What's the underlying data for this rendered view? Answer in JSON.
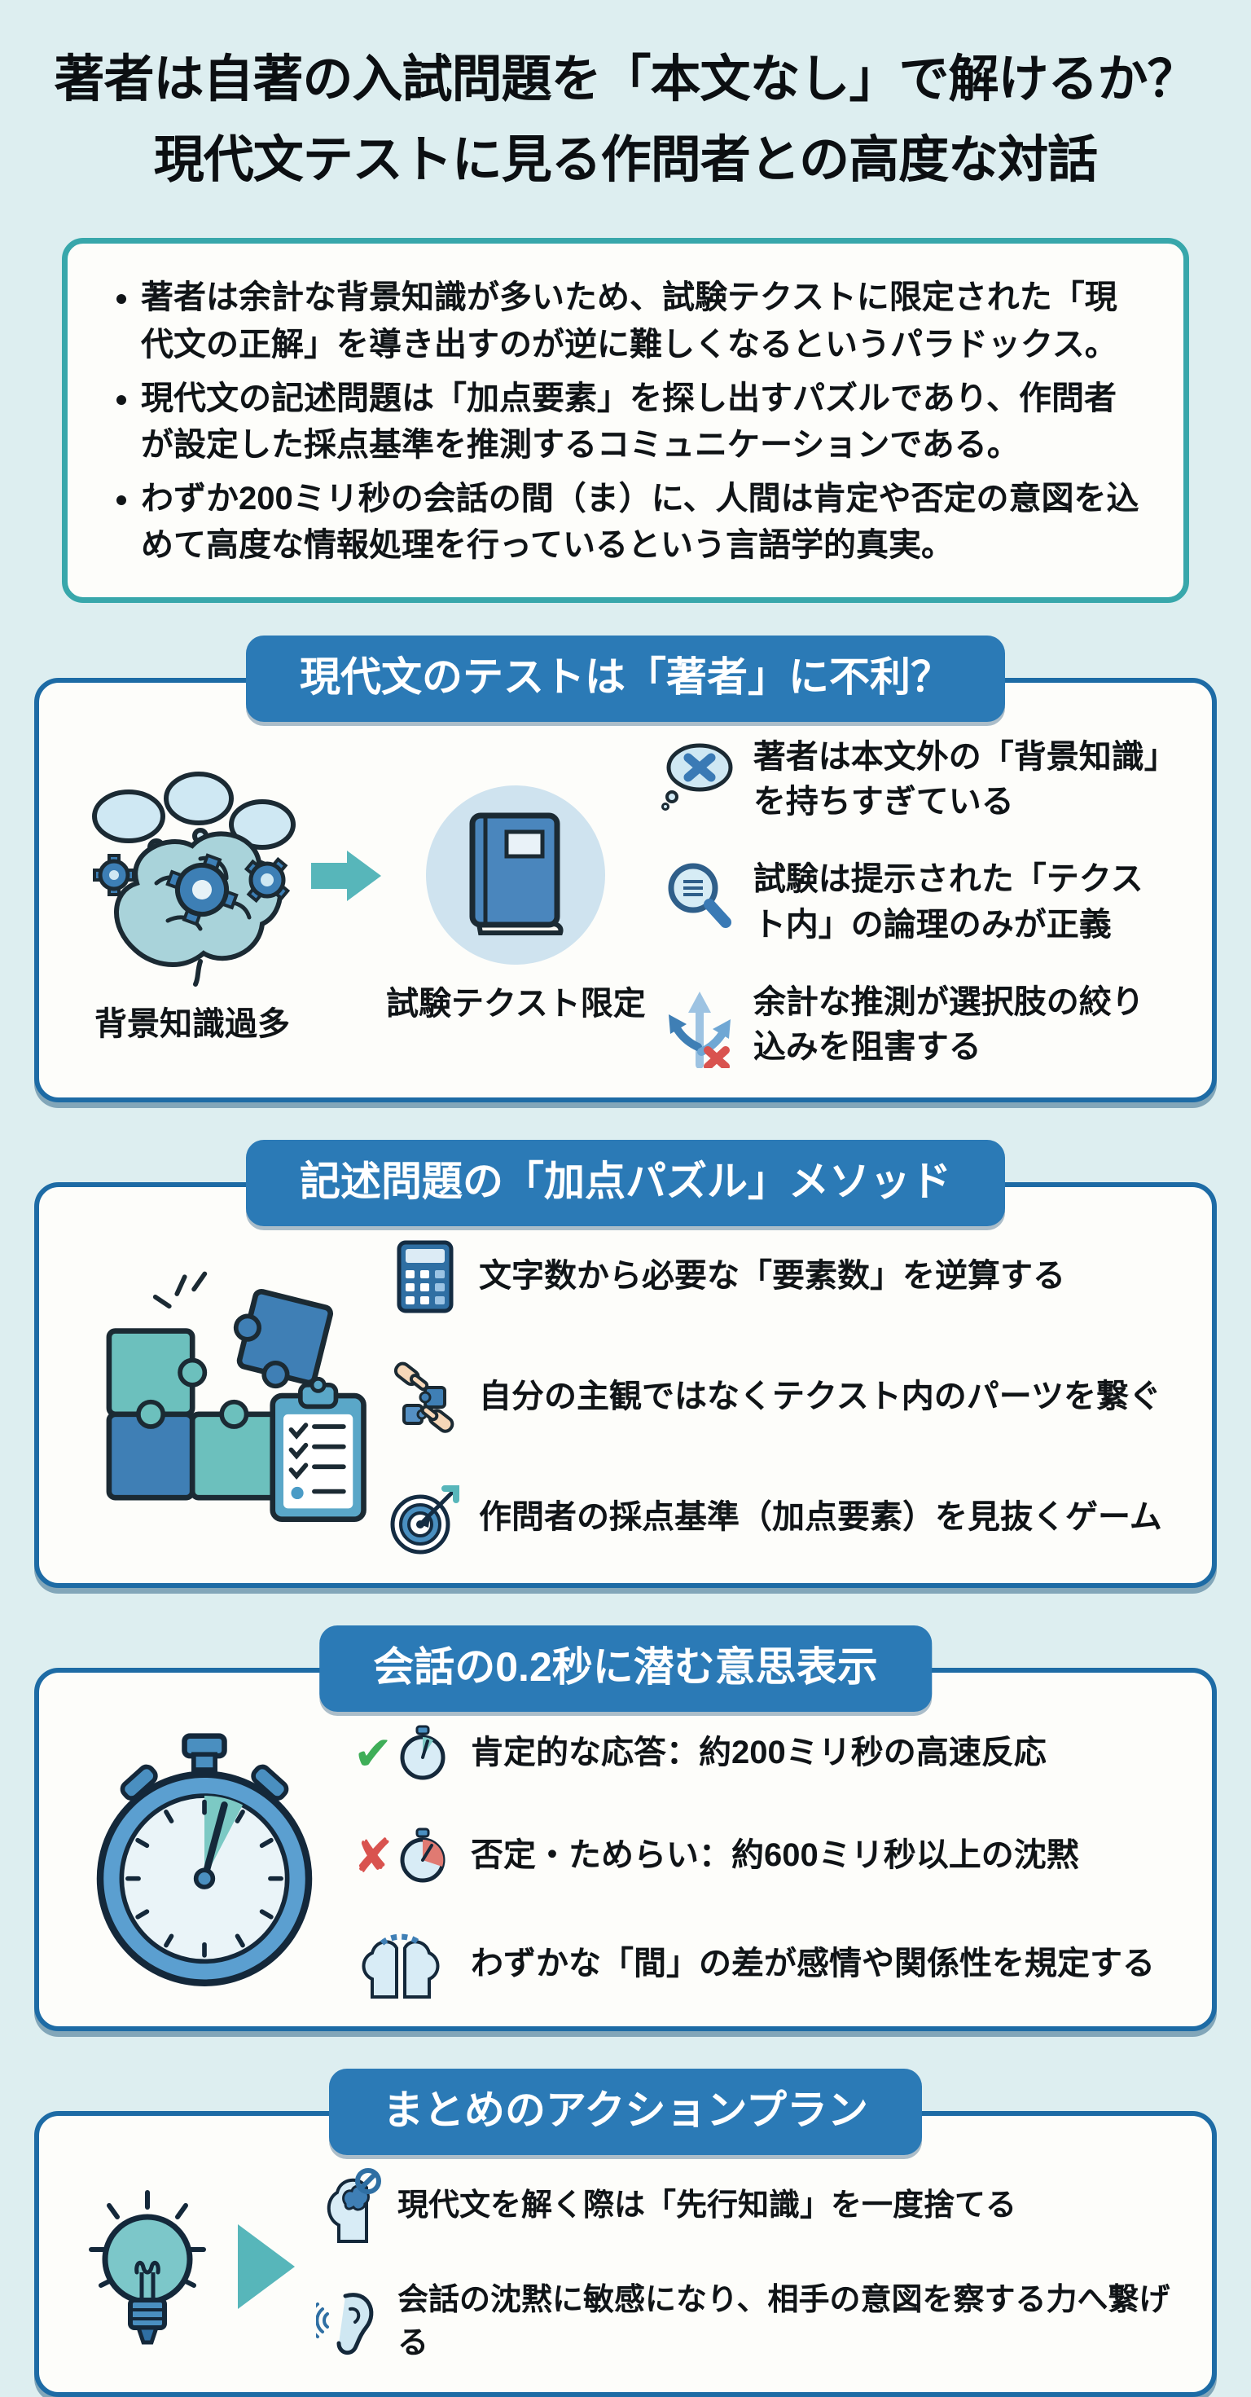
{
  "page": {
    "title_line1": "著者は自著の入試問題を「本文なし」で解けるか？",
    "title_line2": "現代文テストに見る作問者との高度な対話"
  },
  "summary": {
    "bullets": [
      "著者は余計な背景知識が多いため、試験テクストに限定された「現代文の正解」を導き出すのが逆に難しくなるというパラドックス。",
      "現代文の記述問題は「加点要素」を探し出すパズルであり、作問者が設定した採点基準を推測するコミュニケーションである。",
      "わずか200ミリ秒の会話の間（ま）に、人間は肯定や否定の意図を込めて高度な情報処理を行っているという言語学的真実。"
    ]
  },
  "sections": [
    {
      "header": "現代文のテストは「著者」に不利？",
      "figure": {
        "icons": [
          "brain-gears-icon",
          "arrow-right-icon",
          "book-icon"
        ],
        "labels": [
          "背景知識過多",
          "試験テクスト限定"
        ]
      },
      "items": [
        {
          "icon": "thought-cloud-x-icon",
          "text": "著者は本文外の「背景知識」を持ちすぎている"
        },
        {
          "icon": "magnifier-icon",
          "text": "試験は提示された「テクスト内」の論理のみが正義"
        },
        {
          "icon": "fork-arrows-x-icon",
          "text": "余計な推測が選択肢の絞り込みを阻害する"
        }
      ]
    },
    {
      "header": "記述問題の「加点パズル」メソッド",
      "figure": {
        "icons": [
          "puzzle-clipboard-icon"
        ],
        "labels": []
      },
      "items": [
        {
          "icon": "calculator-icon",
          "text": "文字数から必要な「要素数」を逆算する"
        },
        {
          "icon": "hands-puzzle-icon",
          "text": "自分の主観ではなくテクスト内のパーツを繋ぐ"
        },
        {
          "icon": "target-arrow-icon",
          "text": "作問者の採点基準（加点要素）を見抜くゲーム"
        }
      ]
    },
    {
      "header": "会話の0.2秒に潜む意思表示",
      "figure": {
        "icons": [
          "stopwatch-icon"
        ],
        "labels": []
      },
      "items": [
        {
          "icon": "check-stopwatch-icon",
          "text": "肯定的な応答：約200ミリ秒の高速反応"
        },
        {
          "icon": "cross-stopwatch-icon",
          "text": "否定・ためらい：約600ミリ秒以上の沈黙"
        },
        {
          "icon": "two-heads-icon",
          "text": "わずかな「間」の差が感情や関係性を規定する"
        }
      ]
    },
    {
      "header": "まとめのアクションプラン",
      "figure": {
        "icons": [
          "lightbulb-icon",
          "arrow-right-triangle-icon"
        ],
        "labels": []
      },
      "items": [
        {
          "icon": "head-unlearn-icon",
          "text": "現代文を解く際は「先行知識」を一度捨てる"
        },
        {
          "icon": "ear-listening-icon",
          "text": "会話の沈黙に敏感になり、相手の意図を察する力へ繋げる"
        }
      ]
    }
  ],
  "glyphs": {
    "check": "✔",
    "cross": "✘"
  },
  "colors": {
    "page_bg": "#ddeef0",
    "card_bg": "#fdfdfa",
    "header_bar": "#2b7ab6",
    "card_border": "#1d6ba5",
    "summary_border": "#38a7ab",
    "accent_teal": "#57b6ba",
    "check_green": "#3fae58",
    "cross_red": "#d9534f",
    "text": "#101417"
  }
}
